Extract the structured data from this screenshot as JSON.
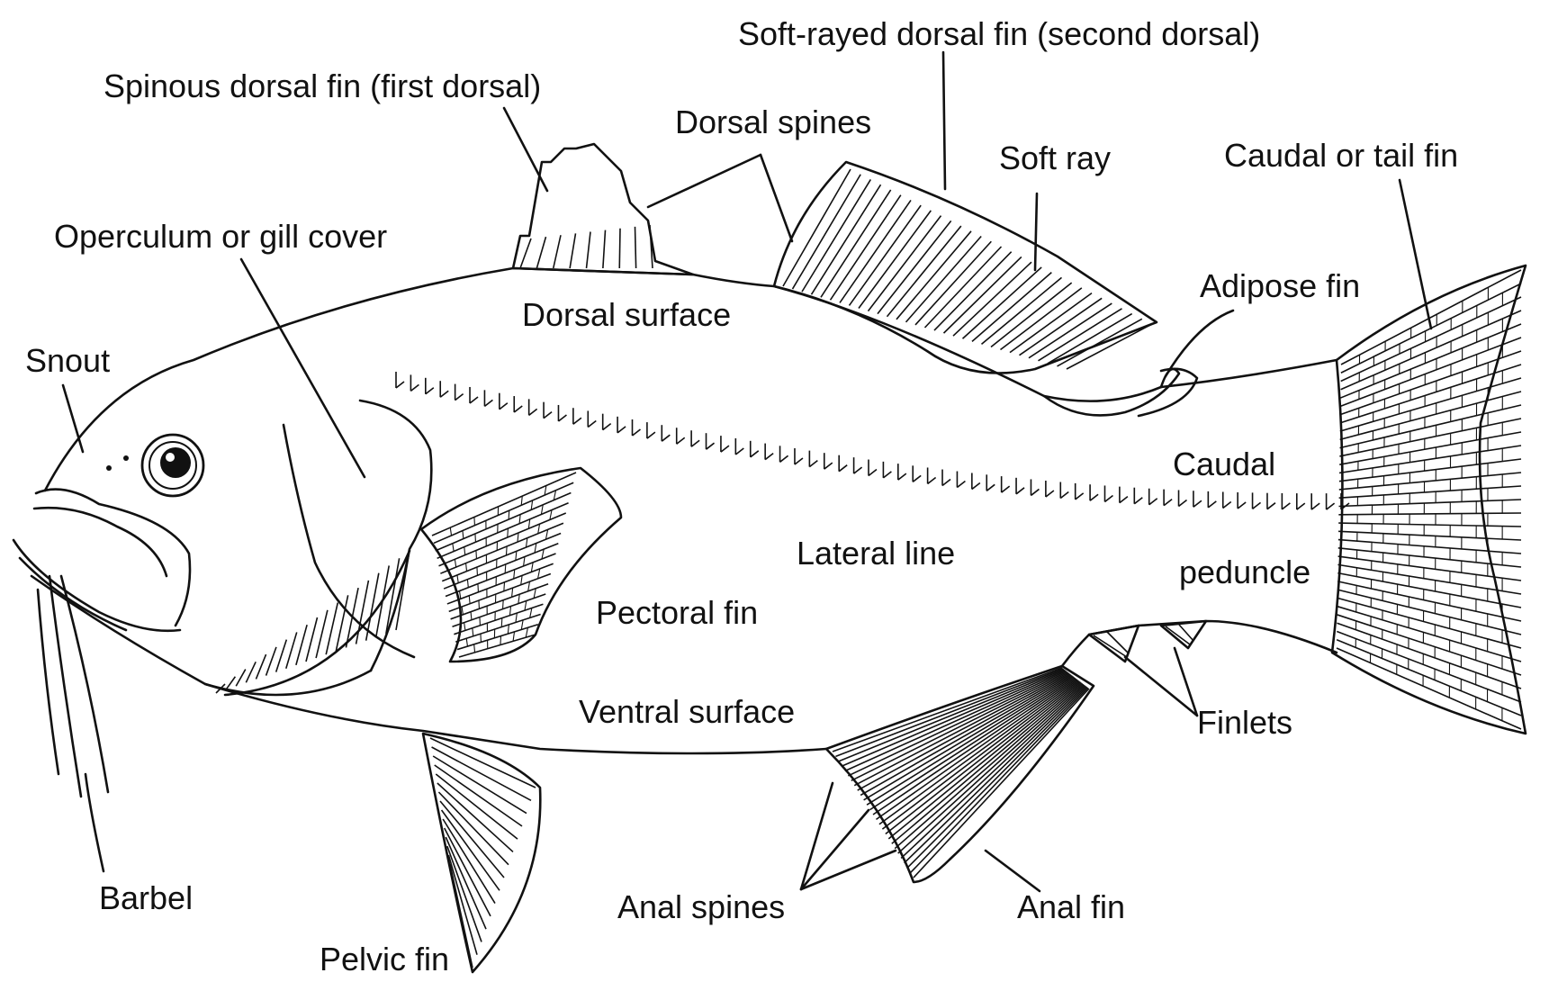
{
  "labels": {
    "soft_rayed_dorsal": "Soft-rayed dorsal fin (second dorsal)",
    "spinous_dorsal": "Spinous dorsal fin (first dorsal)",
    "dorsal_spines": "Dorsal spines",
    "soft_ray": "Soft ray",
    "caudal_tail_fin": "Caudal or tail fin",
    "operculum": "Operculum or gill cover",
    "adipose_fin": "Adipose fin",
    "dorsal_surface": "Dorsal surface",
    "snout": "Snout",
    "caudal": "Caudal",
    "lateral_line": "Lateral line",
    "peduncle": "peduncle",
    "pectoral_fin": "Pectoral fin",
    "ventral_surface": "Ventral surface",
    "finlets": "Finlets",
    "barbel": "Barbel",
    "anal_spines": "Anal spines",
    "anal_fin": "Anal fin",
    "pelvic_fin": "Pelvic fin"
  }
}
